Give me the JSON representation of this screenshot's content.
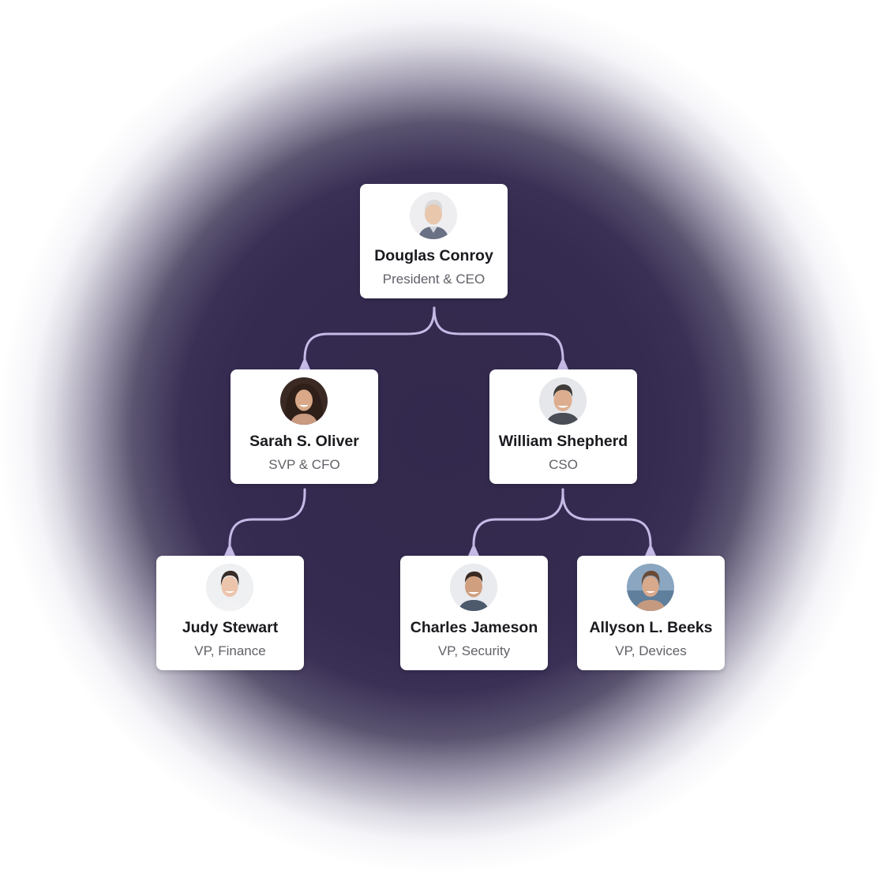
{
  "org_chart": {
    "colors": {
      "background_center": "#33294d",
      "connector": "#c5b9e6",
      "card": "#ffffff",
      "name_text": "#1a1a1f",
      "role_text": "#606068"
    },
    "people": [
      {
        "id": "ceo",
        "name": "Douglas Conroy",
        "role": "President & CEO",
        "avatar_icon": "person-avatar-icon"
      },
      {
        "id": "cfo",
        "name": "Sarah S. Oliver",
        "role": "SVP & CFO",
        "avatar_icon": "person-avatar-icon",
        "reports_to": "ceo"
      },
      {
        "id": "cso",
        "name": "William Shepherd",
        "role": "CSO",
        "avatar_icon": "person-avatar-icon",
        "reports_to": "ceo"
      },
      {
        "id": "vp-finance",
        "name": "Judy Stewart",
        "role": "VP, Finance",
        "avatar_icon": "person-avatar-icon",
        "reports_to": "cfo"
      },
      {
        "id": "vp-security",
        "name": "Charles Jameson",
        "role": "VP, Security",
        "avatar_icon": "person-avatar-icon",
        "reports_to": "cso"
      },
      {
        "id": "vp-devices",
        "name": "Allyson L. Beeks",
        "role": "VP, Devices",
        "avatar_icon": "person-avatar-icon",
        "reports_to": "cso"
      }
    ]
  }
}
